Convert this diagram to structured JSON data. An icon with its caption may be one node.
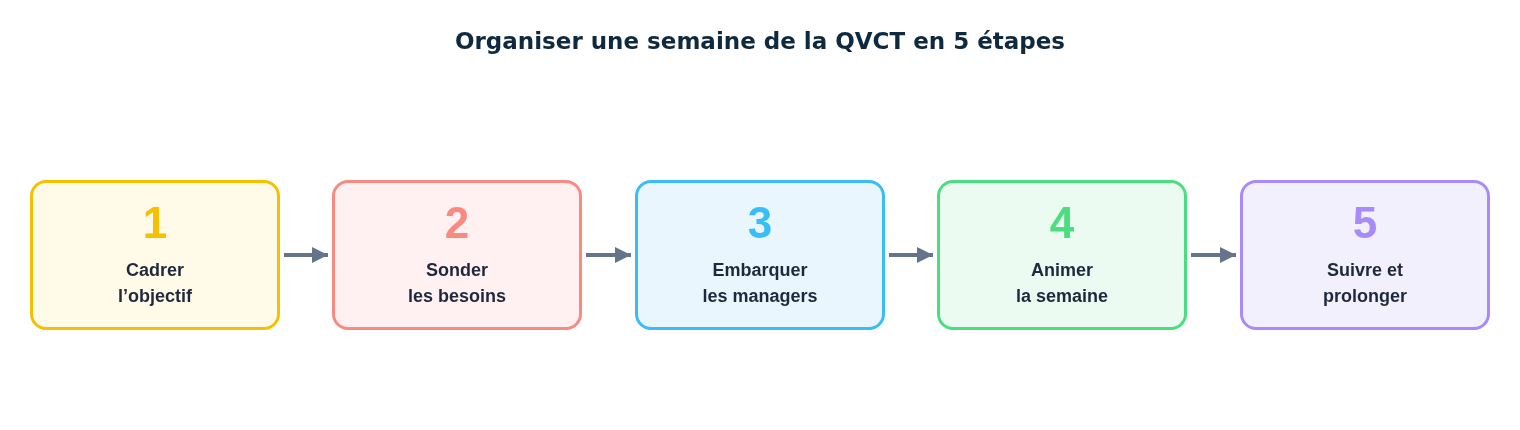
{
  "diagram": {
    "title": "Organiser une semaine de la QVCT en 5 étapes",
    "nodes": [
      {
        "text": [
          "1",
          "Cadrer l’objectif"
        ]
      },
      {
        "text": [
          "2",
          "Sonder les besoins"
        ]
      },
      {
        "text": [
          "3",
          "Embarquer les managers"
        ]
      },
      {
        "text": [
          "4",
          "Animer la semaine"
        ]
      },
      {
        "text": [
          "5",
          "Suivre et prolonger"
        ]
      }
    ],
    "edges": [
      {
        "from": 0,
        "to": 1,
        "arrow": "to"
      },
      {
        "from": 1,
        "to": 2,
        "arrow": "to"
      },
      {
        "from": 2,
        "to": 3,
        "arrow": "to"
      },
      {
        "from": 3,
        "to": 4,
        "arrow": "to"
      }
    ]
  }
}
